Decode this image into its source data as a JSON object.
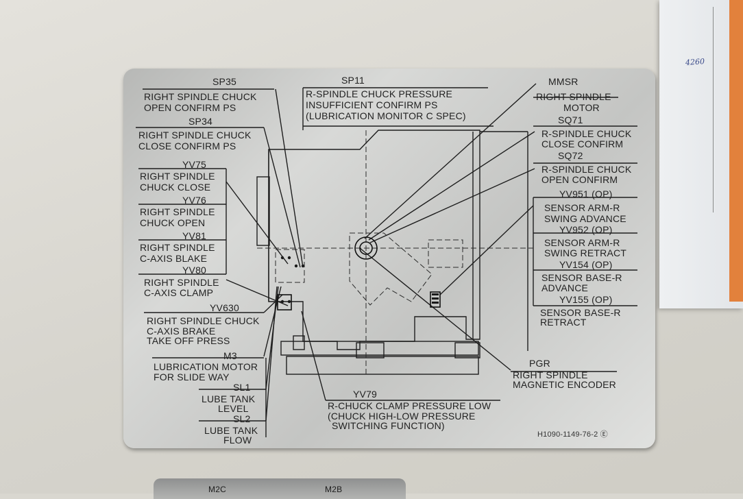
{
  "plate": {
    "sp35_code": "SP35",
    "sp35_desc_1": "RIGHT SPINDLE CHUCK",
    "sp35_desc_2": "OPEN CONFIRM PS",
    "sp34_code": "SP34",
    "sp34_desc_1": "RIGHT SPINDLE CHUCK",
    "sp34_desc_2": "CLOSE CONFIRM PS",
    "yv75_code": "YV75",
    "yv75_desc_1": "RIGHT SPINDLE",
    "yv75_desc_2": "CHUCK CLOSE",
    "yv76_code": "YV76",
    "yv76_desc_1": "RIGHT SPINDLE",
    "yv76_desc_2": "CHUCK OPEN",
    "yv81_code": "YV81",
    "yv81_desc_1": "RIGHT SPINDLE",
    "yv81_desc_2": "C-AXIS BLAKE",
    "yv80_code": "YV80",
    "yv80_desc_1": "RIGHT SPINDLE",
    "yv80_desc_2": "C-AXIS CLAMP",
    "yv630_code": "YV630",
    "yv630_desc_1": "RIGHT SPINDLE CHUCK",
    "yv630_desc_2": "C-AXIS BRAKE",
    "yv630_desc_3": "TAKE OFF PRESS",
    "m3_code": "M3",
    "m3_desc_1": "LUBRICATION MOTOR",
    "m3_desc_2": "FOR SLIDE WAY",
    "sl1_code": "SL1",
    "sl1_desc_1": "LUBE TANK",
    "sl1_desc_2": "LEVEL",
    "sl2_code": "SL2",
    "sl2_desc_1": "LUBE TANK",
    "sl2_desc_2": "FLOW",
    "sp11_code": "SP11",
    "sp11_desc_1": "R-SPINDLE CHUCK PRESSURE",
    "sp11_desc_2": "INSUFFICIENT CONFIRM PS",
    "sp11_desc_3": "(LUBRICATION MONITOR C SPEC)",
    "mmsr_code": "MMSR",
    "mmsr_desc_1": "RIGHT SPINDLE",
    "mmsr_desc_2": "MOTOR",
    "sq71_code": "SQ71",
    "sq71_desc_1": "R-SPINDLE CHUCK",
    "sq71_desc_2": "CLOSE CONFIRM",
    "sq72_code": "SQ72",
    "sq72_desc_1": "R-SPINDLE CHUCK",
    "sq72_desc_2": "OPEN CONFIRM",
    "yv951_code": "YV951 (OP)",
    "yv951_desc_1": "SENSOR ARM-R",
    "yv951_desc_2": "SWING ADVANCE",
    "yv952_code": "YV952 (OP)",
    "yv952_desc_1": "SENSOR ARM-R",
    "yv952_desc_2": "SWING RETRACT",
    "yv154_code": "YV154 (OP)",
    "yv154_desc_1": "SENSOR BASE-R",
    "yv154_desc_2": "ADVANCE",
    "yv155_code": "YV155 (OP)",
    "yv155_desc_1": "SENSOR BASE-R",
    "yv155_desc_2": "RETRACT",
    "pgr_code": "PGR",
    "pgr_desc_1": "RIGHT SPINDLE",
    "pgr_desc_2": "MAGNETIC ENCODER",
    "yv79_code": "YV79",
    "yv79_desc_1": "R-CHUCK CLAMP PRESSURE LOW",
    "yv79_desc_2": "(CHUCK HIGH-LOW PRESSURE",
    "yv79_desc_3": "SWITCHING FUNCTION)",
    "part_number": "H1090-1149-76-2 Ⓔ"
  },
  "paper": {
    "handnote": "4260"
  },
  "lower_plate": {
    "left_label": "M2C",
    "right_label": "M2B"
  }
}
